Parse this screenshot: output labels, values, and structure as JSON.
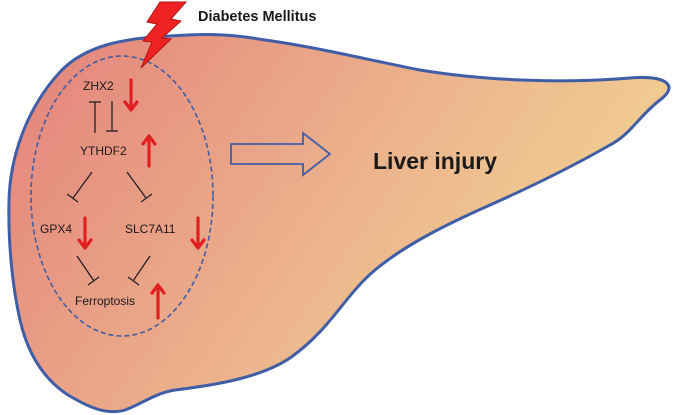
{
  "trigger": "Diabetes Mellitus",
  "outcome": "Liver injury",
  "nodes": {
    "zhx2": "ZHX2",
    "ythdf2": "YTHDF2",
    "gpx4": "GPX4",
    "slc7a11": "SLC7A11",
    "ferroptosis": "Ferroptosis"
  },
  "regulation": {
    "zhx2": "down",
    "ythdf2": "up",
    "gpx4": "down",
    "slc7a11": "down",
    "ferroptosis": "up"
  },
  "colors": {
    "outline": "#3f5ea6",
    "liver_left": "#e58a7e",
    "liver_right": "#f2d992",
    "arrow_red": "#e02020",
    "lightning": "#ee2222"
  }
}
